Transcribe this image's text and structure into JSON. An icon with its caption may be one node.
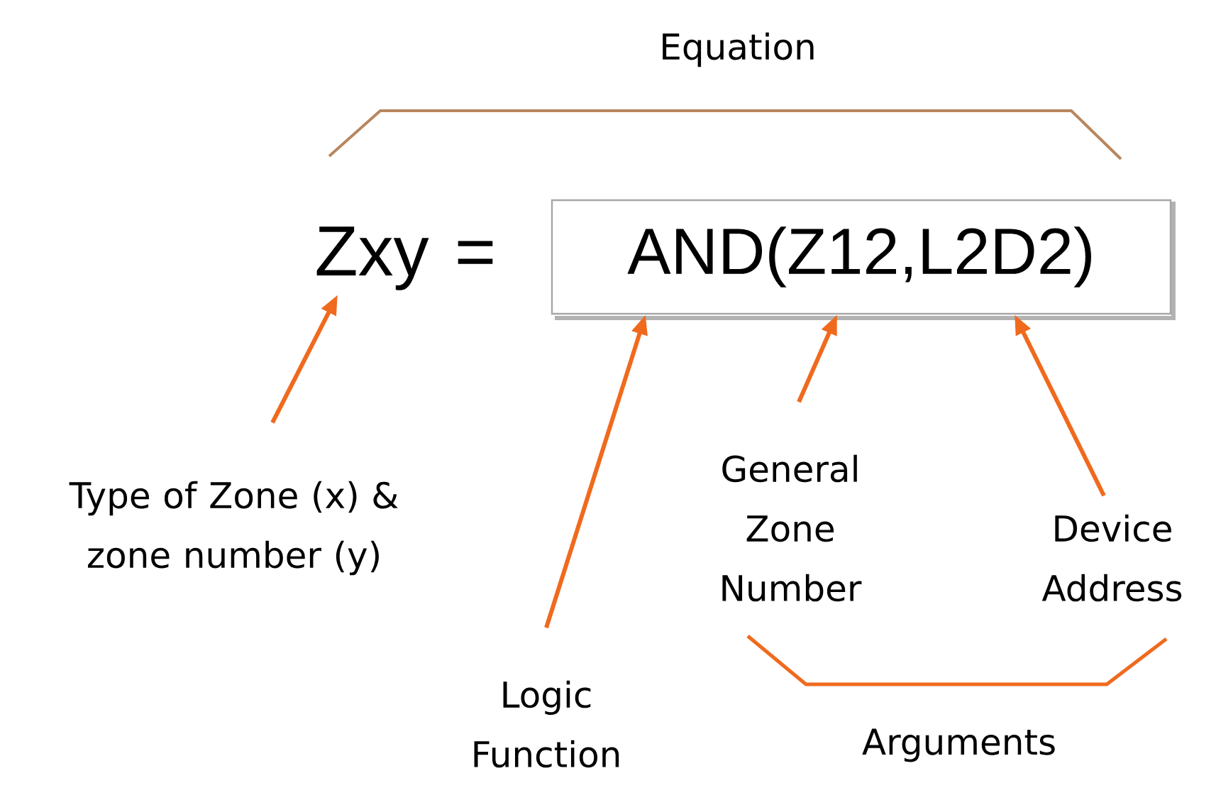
{
  "diagram": {
    "nodes": [
      {
        "text": [
          "Zxy"
        ]
      },
      {
        "text": [
          "AND(Z12,L2D2)"
        ]
      },
      {
        "text": [
          "Type of Zone (x) & zone number (y)"
        ]
      },
      {
        "text": [
          "Logic Function"
        ]
      },
      {
        "text": [
          "General Zone Number"
        ]
      },
      {
        "text": [
          "Device Address"
        ]
      }
    ],
    "edges": [
      {
        "from": 2,
        "to": 0,
        "arrow": "to"
      },
      {
        "from": 3,
        "to": 1,
        "arrow": "to"
      },
      {
        "from": 4,
        "to": 1,
        "arrow": "to"
      },
      {
        "from": 5,
        "to": 1,
        "arrow": "to"
      }
    ],
    "labels": [
      "Equation",
      "=",
      "Arguments"
    ]
  }
}
